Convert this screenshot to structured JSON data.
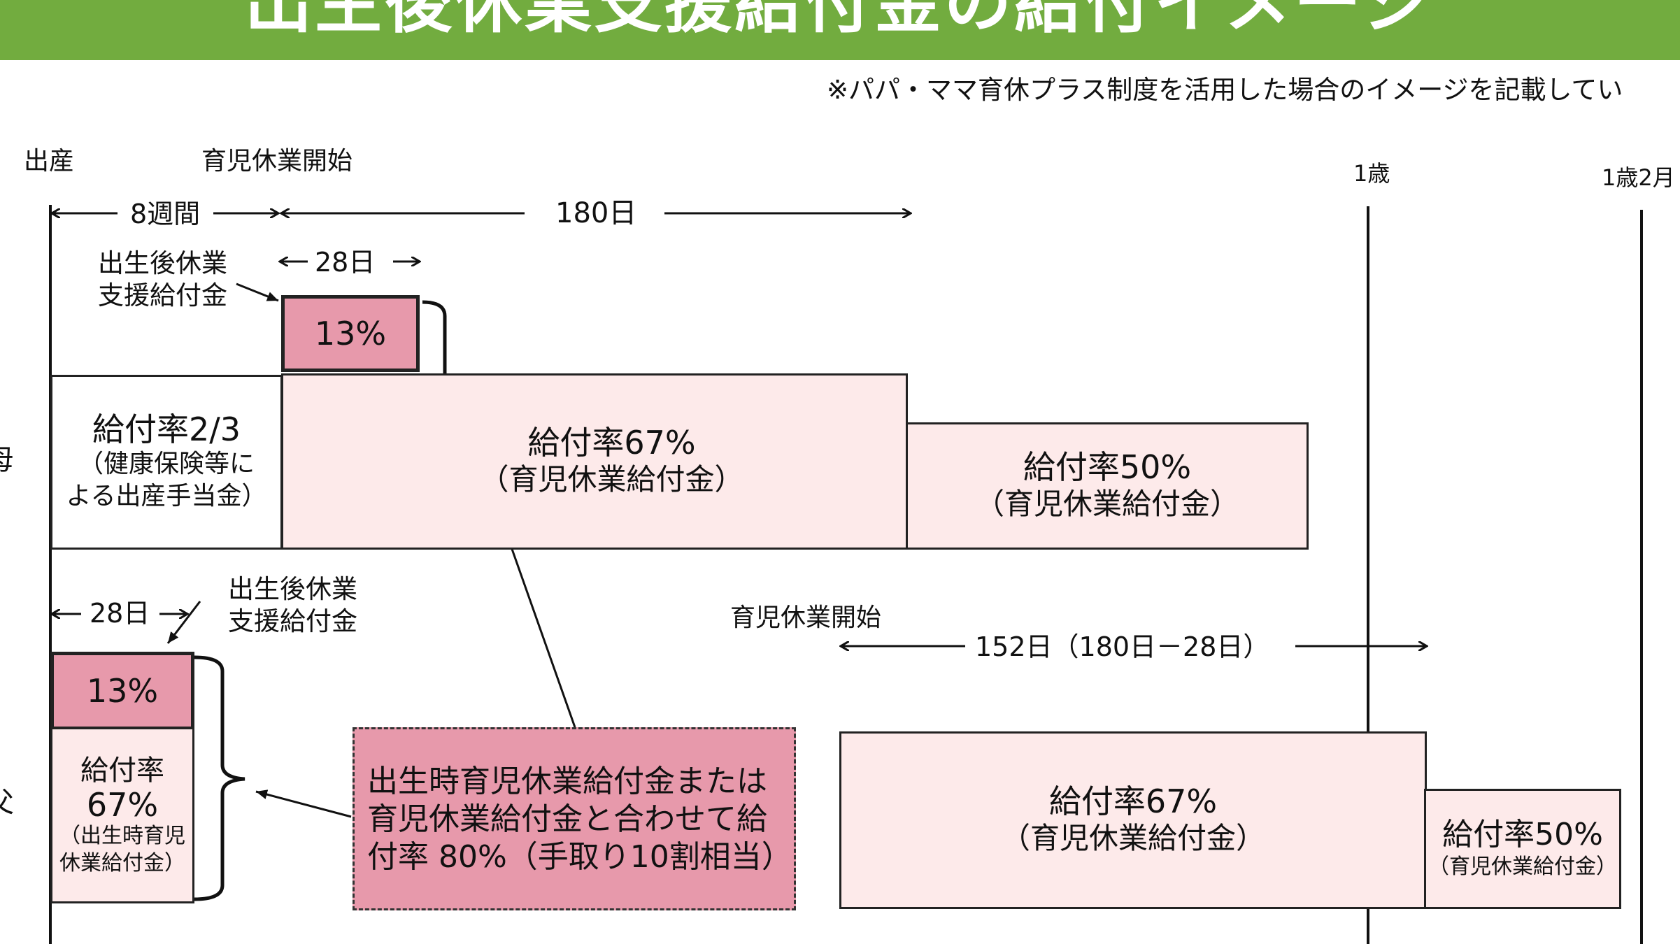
{
  "title": "出生後休業支援給付金の給付イメージ",
  "note": "※パパ・ママ育休プラス制度を活用した場合のイメージを記載してい",
  "timeline": {
    "birth": "出産",
    "leave_start": "育児休業開始",
    "age1": "1歳",
    "age1_2m": "1歳2月"
  },
  "mother": {
    "side_label": "母",
    "span_8weeks": "8週間",
    "span_180": "180日",
    "span_28": "28日",
    "support_label_1": "出生後休業",
    "support_label_2": "支援給付金",
    "pct13": "13%",
    "maternity_1": "給付率2/3",
    "maternity_2": "（健康保険等に",
    "maternity_3": "よる出産手当金）",
    "rate67_1": "給付率67%",
    "rate67_2": "（育児休業給付金）",
    "rate50_1": "給付率50%",
    "rate50_2": "（育児休業給付金）"
  },
  "father": {
    "side_label": "父",
    "span_28": "28日",
    "support_label_1": "出生後休業",
    "support_label_2": "支援給付金",
    "pct13": "13%",
    "birth_leave_1": "給付率",
    "birth_leave_2": "67%",
    "birth_leave_3": "（出生時育児",
    "birth_leave_4": "休業給付金）",
    "leave_start": "育児休業開始",
    "span_152": "152日（180日－28日）",
    "rate67_1": "給付率67%",
    "rate67_2": "（育児休業給付金）",
    "rate50_1": "給付率50%",
    "rate50_2": "（育児休業給付金）"
  },
  "callout": {
    "line1": "出生時育児休業給付金または",
    "line2": "育児休業給付金と合わせて給",
    "line3": "付率 80%（手取り10割相当）"
  },
  "colors": {
    "title_bar": "#72ac3f",
    "pink_strong": "#e799ab",
    "pink_light": "#fdeaea"
  }
}
